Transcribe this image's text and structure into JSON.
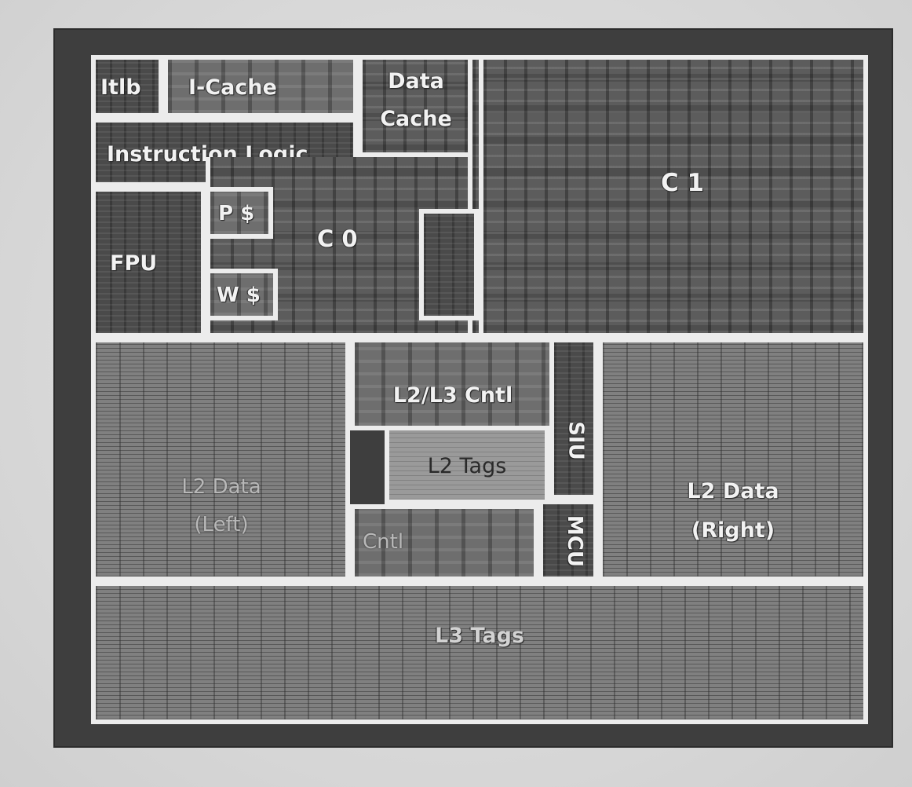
{
  "blocks": {
    "itlb": "Itlb",
    "i_cache": "I-Cache",
    "data_cache_line1": "Data",
    "data_cache_line2": "Cache",
    "instruction_logic": "Instruction Logic",
    "fpu": "FPU",
    "p_cache": "P $",
    "w_cache": "W $",
    "core0": "C 0",
    "core1": "C 1",
    "l2_l3_cntl": "L2/L3 Cntl",
    "l2_tags": "L2 Tags",
    "siu": "SIU",
    "mcu": "MCU",
    "l2_data_left_line1": "L2 Data",
    "l2_data_left_line2": "(Left)",
    "l2_data_right_line1": "L2 Data",
    "l2_data_right_line2": "(Right)",
    "l3_tags": "L3 Tags",
    "cntl_lower": "Cntl"
  }
}
